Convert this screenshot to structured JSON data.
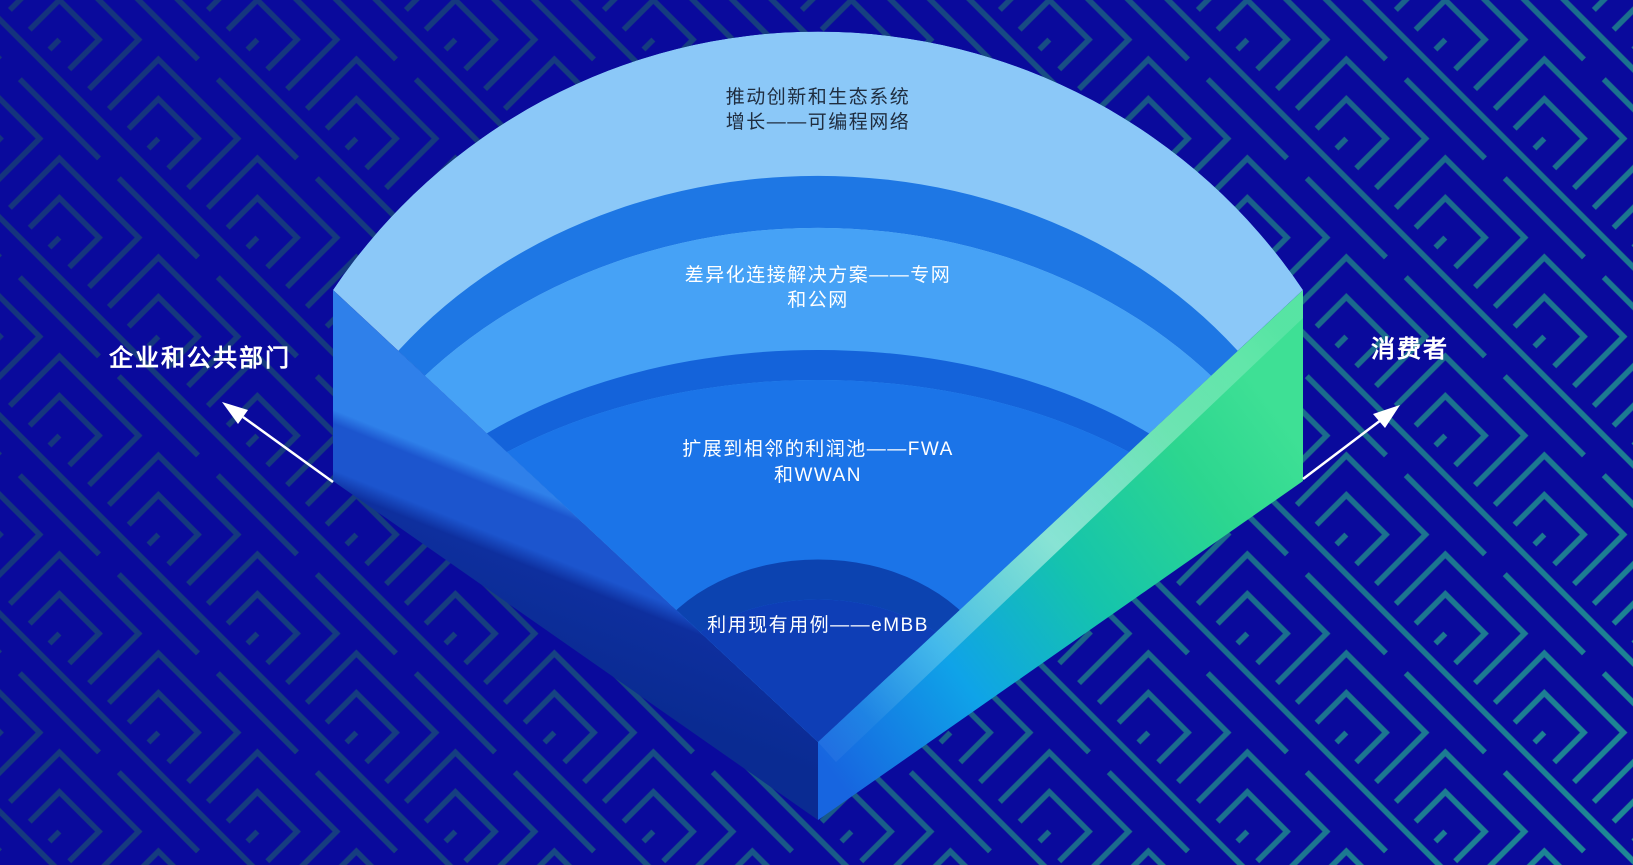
{
  "canvas": {
    "background_color": "#0a0a9c",
    "maze_line_color_dark": "#15337d",
    "maze_line_color_teal": "#1e8a96"
  },
  "diagram": {
    "rings": [
      {
        "name": "programmable-networks",
        "lines": [
          "推动创新和生态系统",
          "增长——可编程网络"
        ],
        "top_color": "#8bc8f8",
        "text_color": "#1f2d3f"
      },
      {
        "name": "differentiated-connectivity",
        "lines": [
          "差异化连接解决方案——专网",
          "和公网"
        ],
        "top_color": "#46a2f6",
        "text_color": "#ffffff"
      },
      {
        "name": "adjacent-profit-pools",
        "lines": [
          "扩展到相邻的利润池——FWA",
          "和WWAN"
        ],
        "top_color": "#1b74e8",
        "text_color": "#ffffff"
      },
      {
        "name": "existing-use-cases",
        "lines": [
          "利用现有用例——eMBB"
        ],
        "top_color": "#0e3eb6",
        "text_color": "#ffffff"
      }
    ],
    "step_colors": [
      "#1e77e4",
      "#1463da",
      "#0c43b0"
    ],
    "side_colors": {
      "left_bright": "#2f80ea",
      "left_mid": "#1c55ce",
      "left_dark": "#0e2f9e",
      "right_blue": "#1765e0",
      "right_cyan": "#0fa3e8",
      "right_teal": "#15c4ac",
      "right_green": "#3ee095"
    }
  },
  "annotations": {
    "left_label": "企业和公共部门",
    "right_label": "消费者",
    "arrow_color": "#ffffff"
  }
}
